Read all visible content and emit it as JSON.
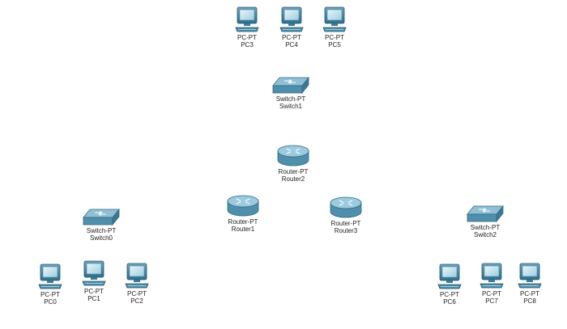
{
  "topology": {
    "devices": [
      {
        "id": "PC3",
        "model": "PC-PT",
        "name": "PC3",
        "type": "pc",
        "icon": "pc-icon"
      },
      {
        "id": "PC4",
        "model": "PC-PT",
        "name": "PC4",
        "type": "pc",
        "icon": "pc-icon"
      },
      {
        "id": "PC5",
        "model": "PC-PT",
        "name": "PC5",
        "type": "pc",
        "icon": "pc-icon"
      },
      {
        "id": "Switch1",
        "model": "Switch-PT",
        "name": "Switch1",
        "type": "switch",
        "icon": "switch-icon"
      },
      {
        "id": "Router2",
        "model": "Router-PT",
        "name": "Router2",
        "type": "router",
        "icon": "router-icon"
      },
      {
        "id": "Router1",
        "model": "Router-PT",
        "name": "Router1",
        "type": "router",
        "icon": "router-icon"
      },
      {
        "id": "Router3",
        "model": "Router-PT",
        "name": "Router3",
        "type": "router",
        "icon": "router-icon"
      },
      {
        "id": "Switch0",
        "model": "Switch-PT",
        "name": "Switch0",
        "type": "switch",
        "icon": "switch-icon"
      },
      {
        "id": "Switch2",
        "model": "Switch-PT",
        "name": "Switch2",
        "type": "switch",
        "icon": "switch-icon"
      },
      {
        "id": "PC0",
        "model": "PC-PT",
        "name": "PC0",
        "type": "pc",
        "icon": "pc-icon"
      },
      {
        "id": "PC1",
        "model": "PC-PT",
        "name": "PC1",
        "type": "pc",
        "icon": "pc-icon"
      },
      {
        "id": "PC2",
        "model": "PC-PT",
        "name": "PC2",
        "type": "pc",
        "icon": "pc-icon"
      },
      {
        "id": "PC6",
        "model": "PC-PT",
        "name": "PC6",
        "type": "pc",
        "icon": "pc-icon"
      },
      {
        "id": "PC7",
        "model": "PC-PT",
        "name": "PC7",
        "type": "pc",
        "icon": "pc-icon"
      },
      {
        "id": "PC8",
        "model": "PC-PT",
        "name": "PC8",
        "type": "pc",
        "icon": "pc-icon"
      }
    ]
  }
}
